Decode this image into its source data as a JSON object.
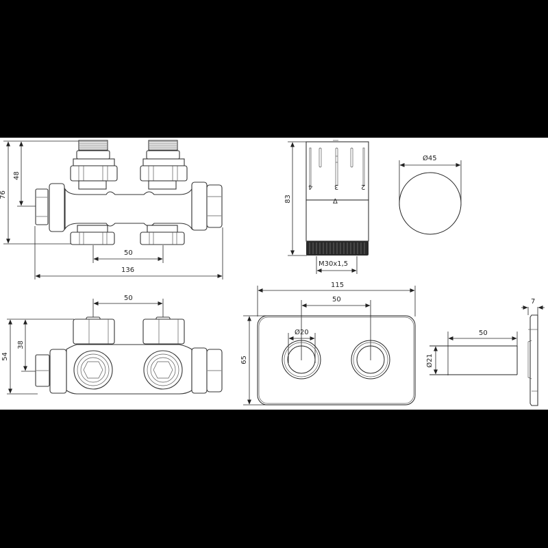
{
  "drawing": {
    "title": "Valve set technical drawing",
    "background_color": "#ffffff",
    "frame_color": "#000000",
    "line_color": "#222222"
  },
  "views": {
    "valve_top": {
      "dim_height_total": "76",
      "dim_height_partial": "48",
      "dim_spacing": "50",
      "dim_length": "136"
    },
    "thermo_head": {
      "dim_height": "83",
      "scale_labels": [
        "4",
        "3",
        "2"
      ],
      "marker": "Δ",
      "thread_label": "M30x1,5"
    },
    "cap_top": {
      "dim_diameter": "Ø45"
    },
    "valve_front": {
      "dim_spacing": "50",
      "dim_height_total": "54",
      "dim_height_partial": "38"
    },
    "rosette_plate": {
      "dim_width": "115",
      "dim_spacing": "50",
      "dim_hole": "Ø20",
      "dim_height": "65"
    },
    "sleeve": {
      "dim_length": "50",
      "dim_diameter": "Ø21"
    },
    "plate_side": {
      "dim_thickness": "7"
    }
  }
}
